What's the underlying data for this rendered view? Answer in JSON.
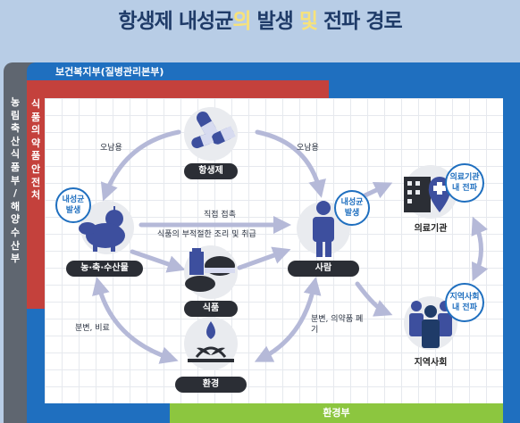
{
  "title": {
    "part1": "항생제 내성균",
    "part2": "의",
    "part3": " 발생 ",
    "part4": "및",
    "part5": " 전파 경로"
  },
  "agencies": {
    "gray": "농림축산식품부/해양수산부",
    "red": "식품의약품안전처",
    "blue": "보건복지부(질병관리본부)",
    "green": "환경부"
  },
  "nodes": {
    "antibiotics": "항생제",
    "agri": "농·축·수산물",
    "food": "식품",
    "env": "환경",
    "person": "사람",
    "hospital": "의료기관",
    "community": "지역사회"
  },
  "badges": {
    "resistant_agri": "내성균 발생",
    "resistant_person": "내성균 발생",
    "hospital_spread": "의료기관 내 전파",
    "community_spread": "지역사회 내 전파"
  },
  "edges": {
    "misuse_left": "오남용",
    "misuse_right": "오남용",
    "direct_contact": "직접 접촉",
    "improper_cooking": "식품의 부적절한 조리 및 취급",
    "manure": "분변, 비료",
    "waste": "분변, 의약품 폐기"
  },
  "colors": {
    "gray": "#5f6670",
    "blue": "#1f6fbf",
    "red": "#c4413c",
    "green": "#8cc63f",
    "arrow": "#b5b9d8",
    "dark_icon": "#2b2e35"
  }
}
